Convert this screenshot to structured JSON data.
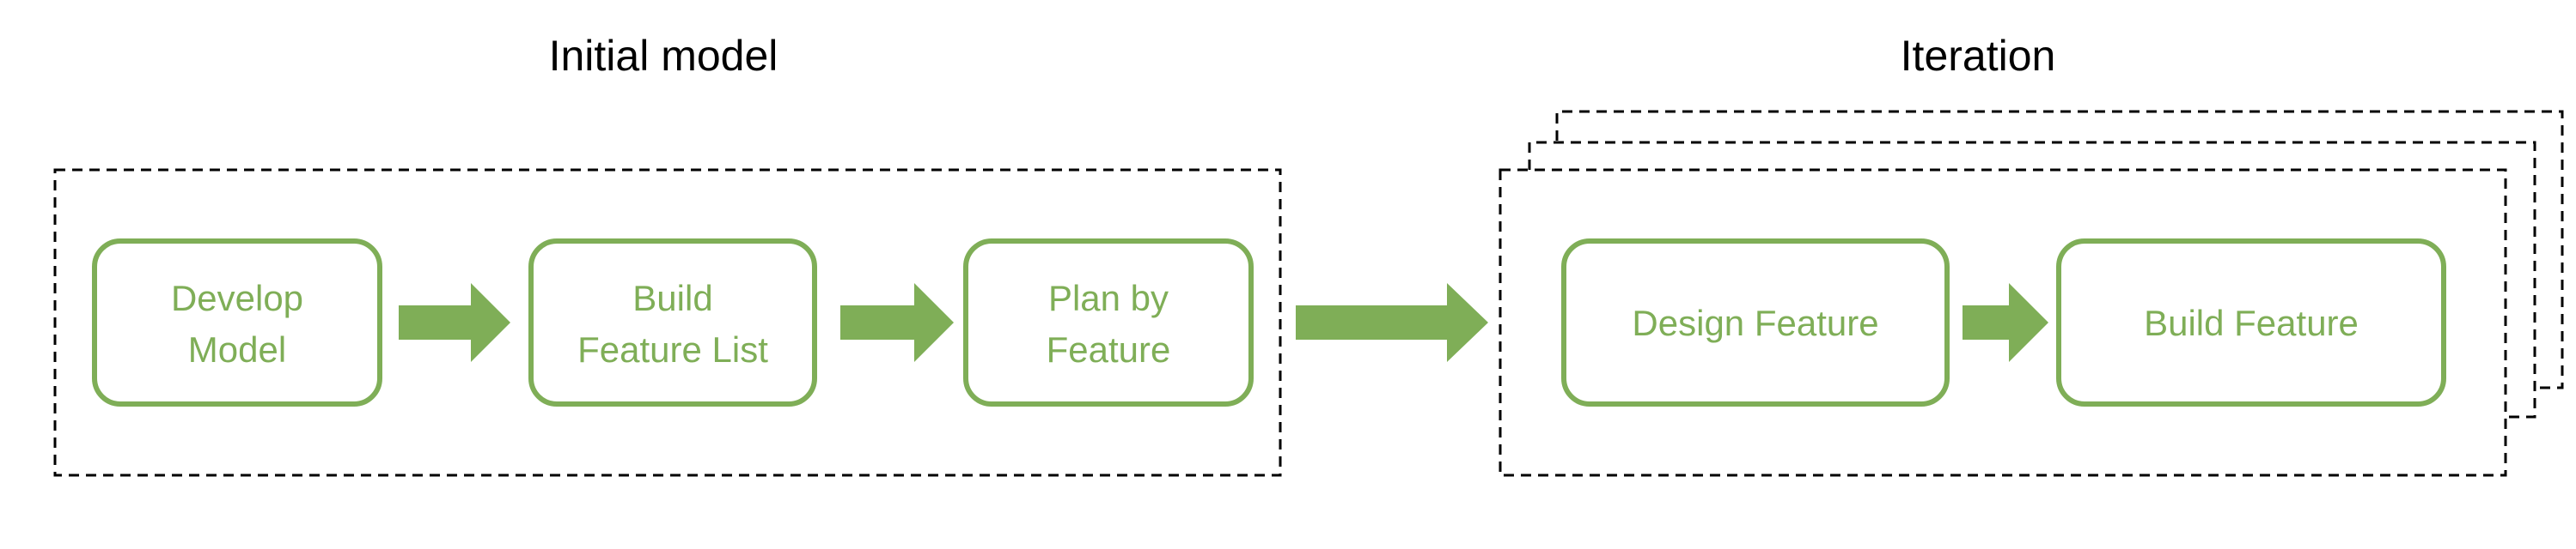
{
  "colors": {
    "accent": "#7FAE57",
    "frame": "#000000",
    "background": "#FFFFFF"
  },
  "sections": {
    "initial": {
      "title": "Initial model",
      "steps": [
        {
          "id": "develop-model",
          "lines": [
            "Develop",
            "Model"
          ]
        },
        {
          "id": "build-feature-list",
          "lines": [
            "Build",
            "Feature List"
          ]
        },
        {
          "id": "plan-by-feature",
          "lines": [
            "Plan by",
            "Feature"
          ]
        }
      ]
    },
    "iteration": {
      "title": "Iteration",
      "steps": [
        {
          "id": "design-feature",
          "lines": [
            "Design Feature"
          ]
        },
        {
          "id": "build-feature",
          "lines": [
            "Build Feature"
          ]
        }
      ]
    }
  },
  "flows": [
    {
      "from": "develop-model",
      "to": "build-feature-list"
    },
    {
      "from": "build-feature-list",
      "to": "plan-by-feature"
    },
    {
      "from": "initial",
      "to": "iteration"
    },
    {
      "from": "design-feature",
      "to": "build-feature"
    }
  ]
}
